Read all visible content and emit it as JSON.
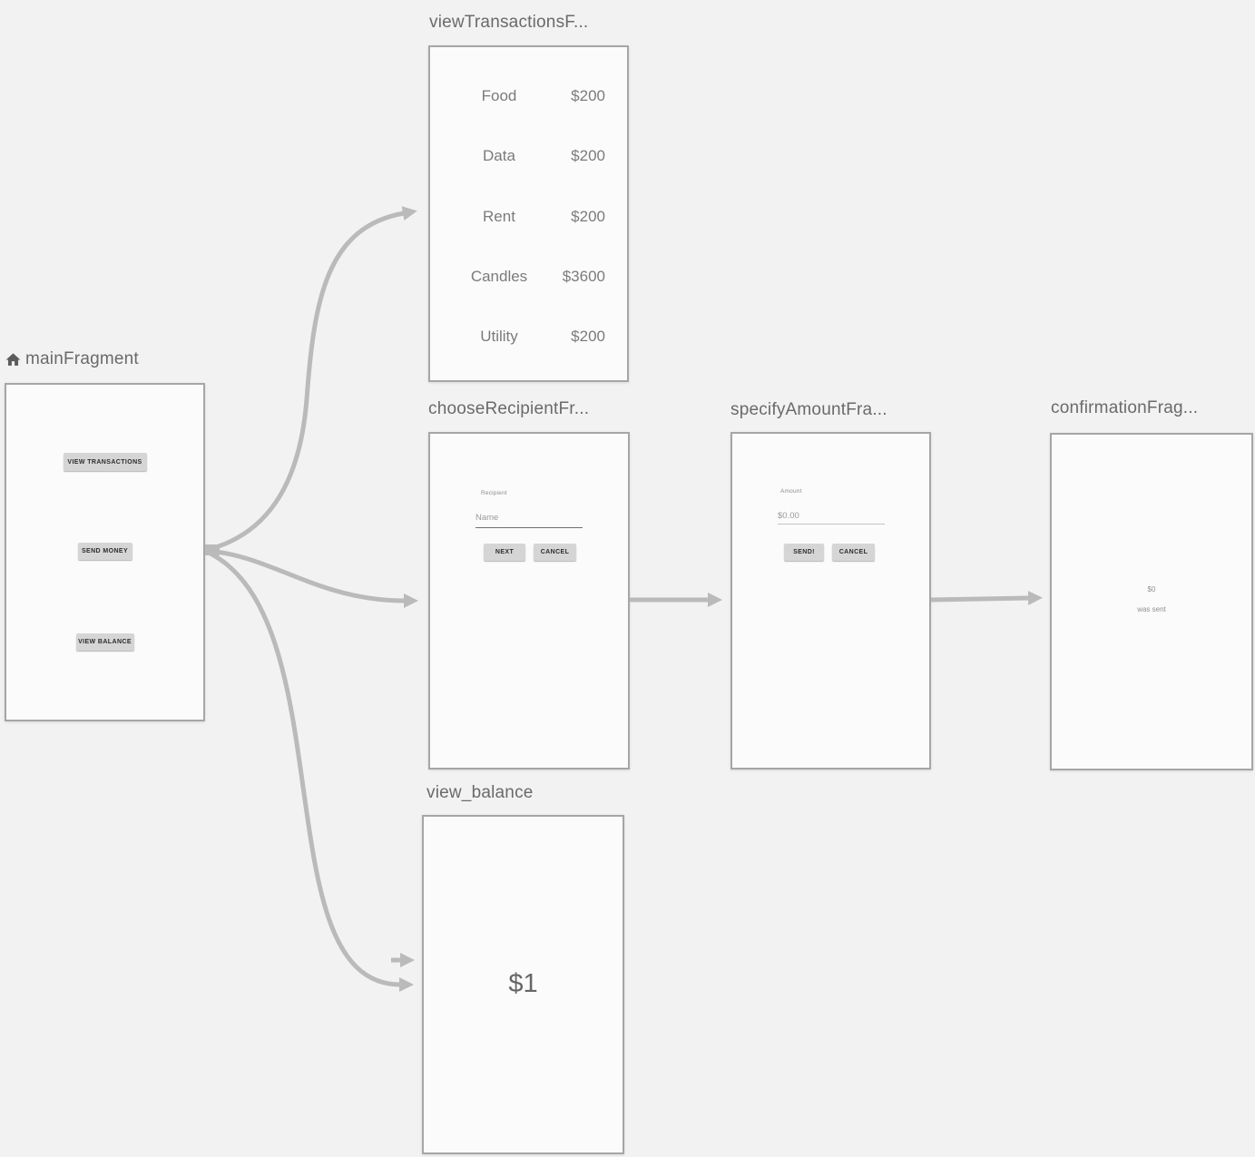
{
  "colors": {
    "canvas_bg": "#f2f2f2",
    "card_bg": "#fbfbfb",
    "card_border": "#a6a6a6",
    "arrow": "#bababa",
    "title_text": "#6a6a6a",
    "preview_text": "#7b7b7b",
    "button_bg": "#d5d5d5"
  },
  "icons": {
    "start_destination": "home-icon"
  },
  "main": {
    "title": "mainFragment",
    "buttons": [
      "VIEW TRANSACTIONS",
      "SEND MONEY",
      "VIEW BALANCE"
    ]
  },
  "viewTransactions": {
    "title": "viewTransactionsF...",
    "rows": [
      {
        "label": "Food",
        "amount": "$200"
      },
      {
        "label": "Data",
        "amount": "$200"
      },
      {
        "label": "Rent",
        "amount": "$200"
      },
      {
        "label": "Candles",
        "amount": "$3600"
      },
      {
        "label": "Utility",
        "amount": "$200"
      }
    ]
  },
  "chooseRecipient": {
    "title": "chooseRecipientFr...",
    "field_label": "Recipient",
    "placeholder": "Name",
    "next_label": "NEXT",
    "cancel_label": "CANCEL"
  },
  "specifyAmount": {
    "title": "specifyAmountFra...",
    "field_label": "Amount",
    "placeholder": "$0.00",
    "send_label": "SEND!",
    "cancel_label": "CANCEL"
  },
  "confirmation": {
    "title": "confirmationFrag...",
    "amount": "$0",
    "caption": "was sent"
  },
  "viewBalance": {
    "title": "view_balance",
    "balance": "$1"
  }
}
